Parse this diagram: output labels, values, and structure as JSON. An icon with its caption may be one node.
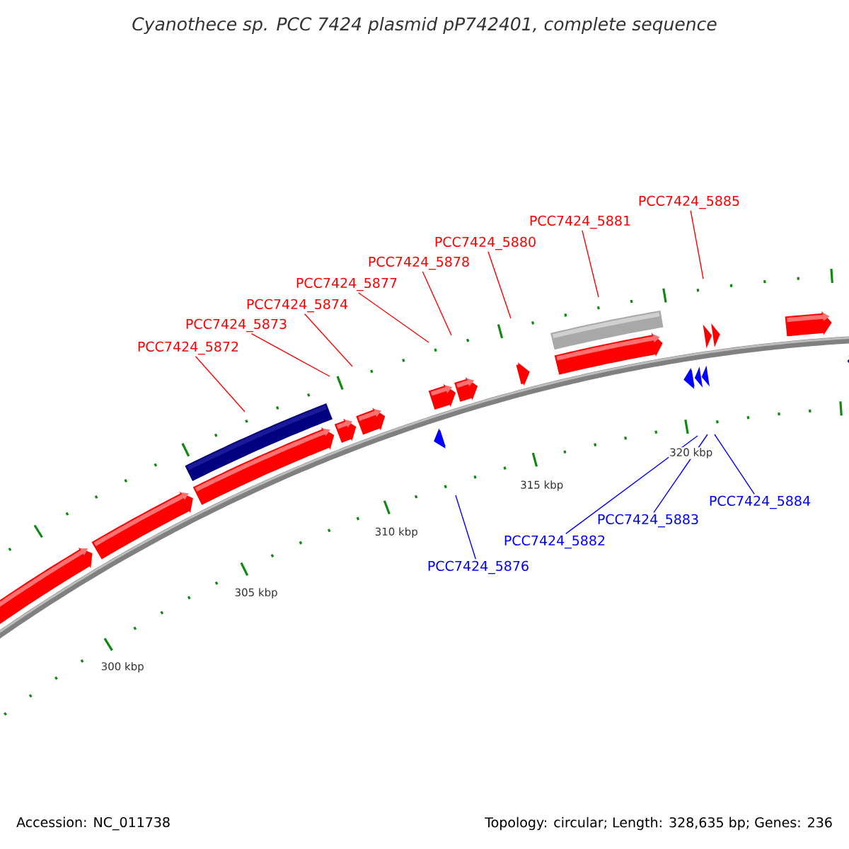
{
  "diagram": {
    "title": "Cyanothece sp. PCC 7424 plasmid pP742401, complete sequence",
    "nodes": [
      {
        "text": [
          "PCC7424_5872"
        ]
      },
      {
        "text": [
          "PCC7424_5873"
        ]
      },
      {
        "text": [
          "PCC7424_5874"
        ]
      },
      {
        "text": [
          "PCC7424_5877"
        ]
      },
      {
        "text": [
          "PCC7424_5878"
        ]
      },
      {
        "text": [
          "PCC7424_5880"
        ]
      },
      {
        "text": [
          "PCC7424_5881"
        ]
      },
      {
        "text": [
          "PCC7424_5885"
        ]
      },
      {
        "text": [
          "PCC7424_5876"
        ]
      },
      {
        "text": [
          "PCC7424_5882"
        ]
      },
      {
        "text": [
          "PCC7424_5883"
        ]
      },
      {
        "text": [
          "PCC7424_5884"
        ]
      }
    ],
    "edges": [
      {
        "from": 0,
        "to": null,
        "arrow": "none"
      },
      {
        "from": 1,
        "to": null,
        "arrow": "none"
      },
      {
        "from": 2,
        "to": null,
        "arrow": "none"
      },
      {
        "from": 3,
        "to": null,
        "arrow": "none"
      },
      {
        "from": 4,
        "to": null,
        "arrow": "none"
      },
      {
        "from": 5,
        "to": null,
        "arrow": "none"
      },
      {
        "from": 6,
        "to": null,
        "arrow": "none"
      },
      {
        "from": 7,
        "to": null,
        "arrow": "none"
      },
      {
        "from": 8,
        "to": null,
        "arrow": "none",
        "color": "#0000ff"
      },
      {
        "from": 9,
        "to": null,
        "arrow": "none",
        "color": "#0000ff"
      },
      {
        "from": 10,
        "to": null,
        "arrow": "none",
        "color": "#0000ff"
      },
      {
        "from": 11,
        "to": null,
        "arrow": "none",
        "color": "#0000ff"
      }
    ],
    "labels": [
      "300 kbp",
      "305 kbp",
      "310 kbp",
      "315 kbp",
      "320 kbp",
      "Accession: NC_011738",
      "Topology: circular; Length: 328,635 bp; Genes: 236"
    ]
  }
}
